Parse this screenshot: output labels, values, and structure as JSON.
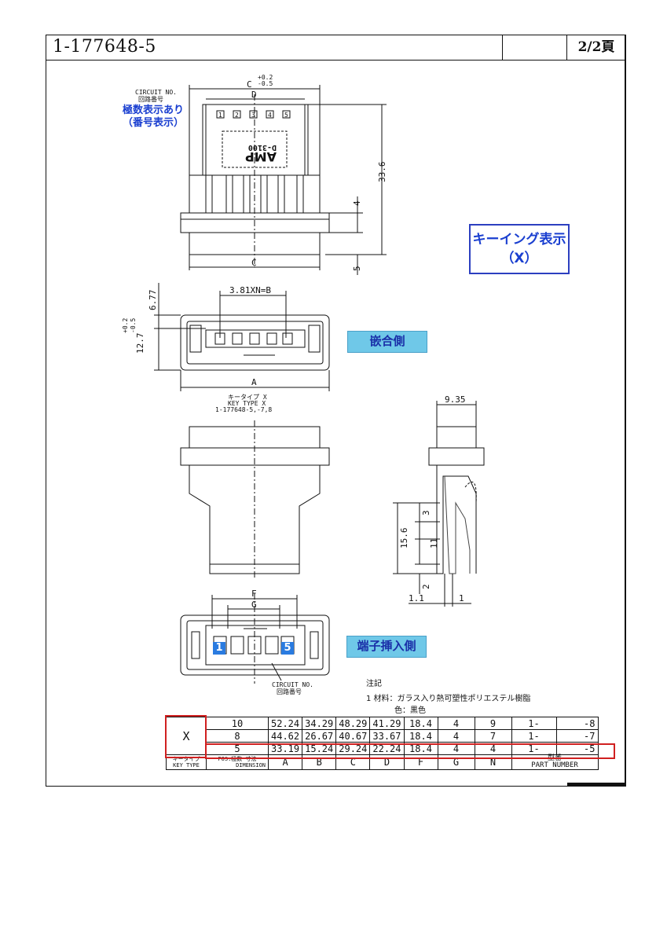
{
  "header": {
    "part_number": "1-177648-5",
    "page": "2/2頁"
  },
  "annotations": {
    "circuit_no_top": "CIRCUIT NO.",
    "circuit_no_top_jp": "回路番号",
    "pole_display": [
      "極数表示あり",
      "（番号表示）"
    ],
    "keying_display": [
      "キーイング表示",
      "（X）"
    ],
    "mating_side": "嵌合側",
    "insertion_side": "端子挿入側",
    "key_type_jp": "キータイプ X",
    "key_type_en": "KEY TYPE X",
    "key_type_parts": "1-177648-5,-7,8",
    "circuit_no_bottom": "CIRCUIT NO.",
    "circuit_no_bottom_jp": "回路番号",
    "pin_first": "1",
    "pin_last": "5",
    "housing_text": "D-3100",
    "brand": "AMP"
  },
  "dimensions": {
    "c_tol_plus": "+0.2",
    "c_tol_minus": "-0.5",
    "c_top": "C",
    "d_top": "D",
    "h_33_6": "33.6",
    "h_4": "4",
    "h_5": "5",
    "c_bottom": "C",
    "pitch": "3.81XN=B",
    "d_6_77": "6.77",
    "d_12_7": "12.7",
    "tol_12_7_plus": "+0.2",
    "tol_12_7_minus": "-0.5",
    "a": "A",
    "d_9_35": "9.35",
    "d_3": "3",
    "d_11": "11",
    "d_15_6": "15.6",
    "d_2": "2",
    "d_1_1": "1.1",
    "d_1": "1",
    "f": "F",
    "g": "G",
    "pin_labels": [
      "1",
      "2",
      "3",
      "4",
      "5"
    ]
  },
  "notes": {
    "title": "注記",
    "line1": "1  材料：ガラス入り熱可塑性ポリエステル樹脂",
    "line2": "色：黒色"
  },
  "table": {
    "key_type_value": "X",
    "rows": [
      {
        "pos": "10",
        "A": "52.24",
        "B": "34.29",
        "C": "48.29",
        "D": "41.29",
        "F": "18.4",
        "G": "4",
        "N": "9",
        "prefix": "1-",
        "suffix": "-8"
      },
      {
        "pos": "8",
        "A": "44.62",
        "B": "26.67",
        "C": "40.67",
        "D": "33.67",
        "F": "18.4",
        "G": "4",
        "N": "7",
        "prefix": "1-",
        "suffix": "-7"
      },
      {
        "pos": "5",
        "A": "33.19",
        "B": "15.24",
        "C": "29.24",
        "D": "22.24",
        "F": "18.4",
        "G": "4",
        "N": "4",
        "prefix": "1-",
        "suffix": "-5"
      }
    ],
    "footer": {
      "key_type_jp": "キータイプ",
      "key_type_en": "KEY TYPE",
      "pos_label": "POS.極数",
      "dim_jp": "寸法",
      "dim_en": "DIMENSION",
      "A": "A",
      "B": "B",
      "C": "C",
      "D": "D",
      "F": "F",
      "G": "G",
      "N": "N",
      "part_number_jp": "型番",
      "part_number_en": "PART NUMBER"
    },
    "highlight_color": "#d02020"
  },
  "colors": {
    "blue_text": "#1a3fd0",
    "cyan_label": "#6fc8e8",
    "pin_marker": "#2a7be0"
  }
}
